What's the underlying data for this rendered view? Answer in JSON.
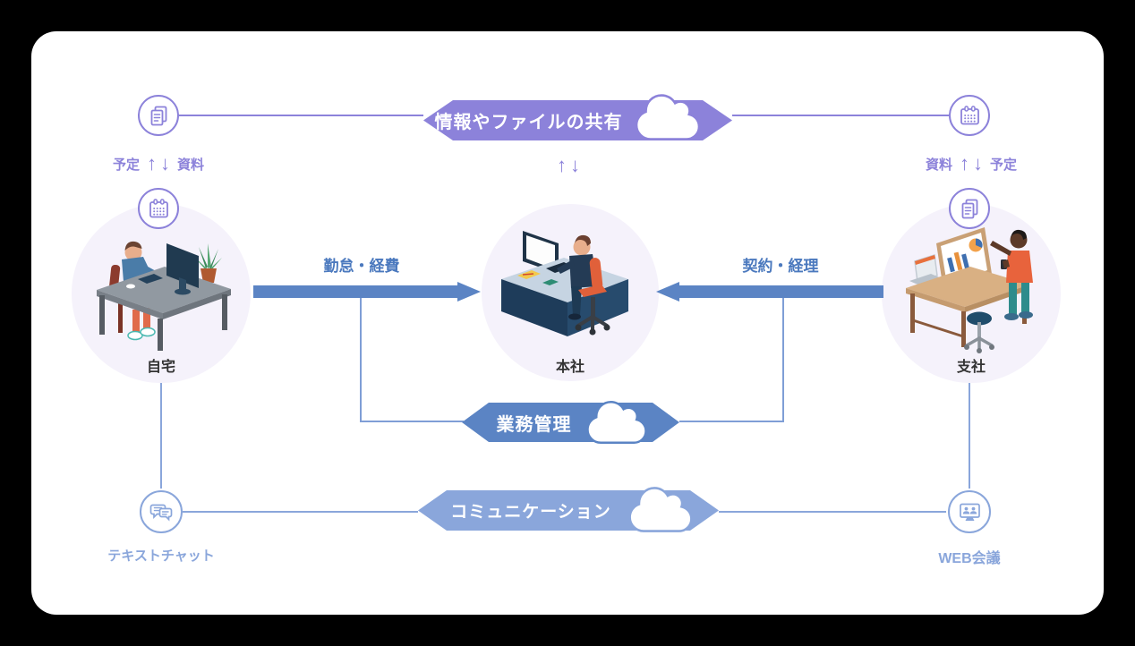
{
  "diagram": {
    "banners": {
      "top": {
        "label": "情報やファイルの共有"
      },
      "middle": {
        "label": "業務管理"
      },
      "bottom": {
        "label": "コミュニケーション"
      }
    },
    "nodes": {
      "home": {
        "label": "自宅"
      },
      "headquarters": {
        "label": "本社"
      },
      "branch": {
        "label": "支社"
      }
    },
    "flows": {
      "attendance_expenses": {
        "label": "勤怠・経費"
      },
      "contracts_accounting": {
        "label": "契約・経理"
      }
    },
    "exchanges": {
      "home": {
        "left": "予定",
        "right": "資料",
        "up": "↑",
        "down": "↓"
      },
      "headquarters": {
        "up": "↑",
        "down": "↓"
      },
      "branch": {
        "left": "資料",
        "right": "予定",
        "up": "↑",
        "down": "↓"
      }
    },
    "tools": {
      "text_chat": {
        "label": "テキストチャット"
      },
      "web_meeting": {
        "label": "WEB会議"
      }
    },
    "icons": {
      "document": "document-icon",
      "calendar": "calendar-icon",
      "chat": "chat-icon",
      "video_meeting": "video-meeting-icon",
      "cloud": "cloud-icon"
    },
    "colors": {
      "purple": "#8C82DA",
      "blue": "#5B84C4",
      "light_blue": "#8AA6DB",
      "blue_text": "#4B79BE",
      "circle_bg": "#F5F2FB",
      "node_label": "#333333",
      "card_bg": "#FFFFFF",
      "page_bg": "#000000"
    }
  }
}
